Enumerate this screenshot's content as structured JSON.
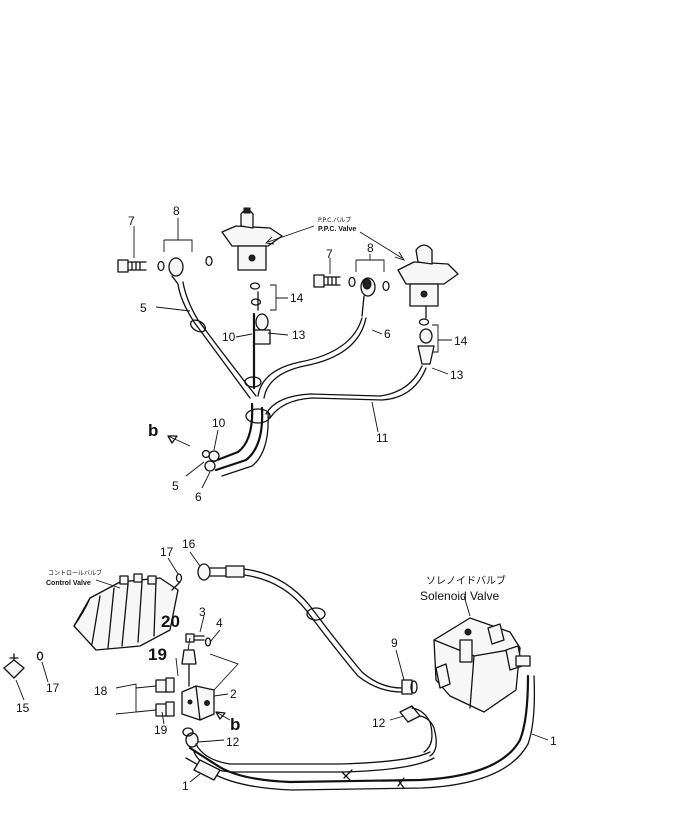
{
  "diagram": {
    "callouts": {
      "t_7a": "7",
      "t_8a": "8",
      "t_5a": "5",
      "t_14a": "14",
      "t_10a": "10",
      "t_13a": "13",
      "t_7b": "7",
      "t_8b": "8",
      "t_6a": "6",
      "t_14b": "14",
      "t_13b": "13",
      "t_11": "11",
      "t_10b": "10",
      "t_b1": "b",
      "t_5b": "5",
      "t_6b": "6",
      "t_17a": "17",
      "t_16": "16",
      "t_3": "3",
      "t_4": "4",
      "t_20": "20",
      "t_19a": "19",
      "t_18": "18",
      "t_2": "2",
      "t_19b": "19",
      "t_b2": "b",
      "t_12a": "12",
      "t_17b": "17",
      "t_15": "15",
      "t_1a": "1",
      "t_9": "9",
      "t_12b": "12",
      "t_1b": "1"
    },
    "labels": {
      "ppc_jp": "P.P.C.バルブ",
      "ppc_en": "P.P.C. Valve",
      "cv_jp": "コントロールバルブ",
      "cv_en": "Control Valve",
      "sv_jp": "ソレノイドバルブ",
      "sv_en": "Solenoid Valve"
    }
  }
}
